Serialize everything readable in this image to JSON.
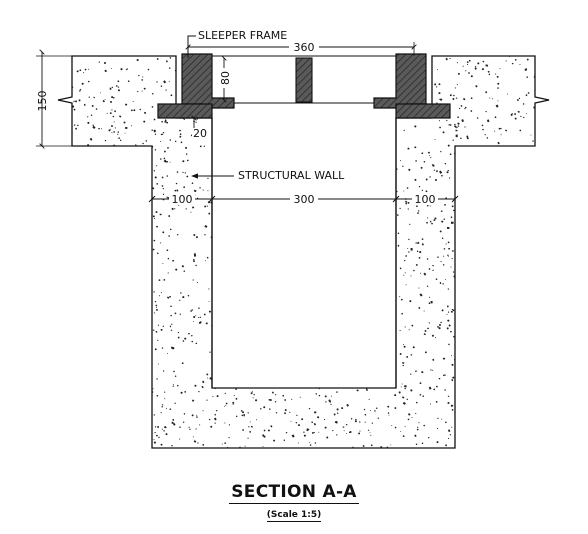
{
  "drawing": {
    "annotations": {
      "sleeper_frame": "SLEEPER FRAME",
      "structural_wall": "STRUCTURAL WALL"
    },
    "dimensions": {
      "frame_span": "360",
      "frame_height": "80",
      "slab_thickness": "150",
      "flange_offset": "20",
      "left_wall": "100",
      "opening_width": "300",
      "right_wall": "100"
    }
  },
  "caption": {
    "title": "SECTION A-A",
    "scale": "(Scale 1:5)"
  },
  "colors": {
    "line": "#111111",
    "concrete_fill": "#ffffff",
    "frame_fill": "#555555",
    "stipple": "#222222"
  }
}
